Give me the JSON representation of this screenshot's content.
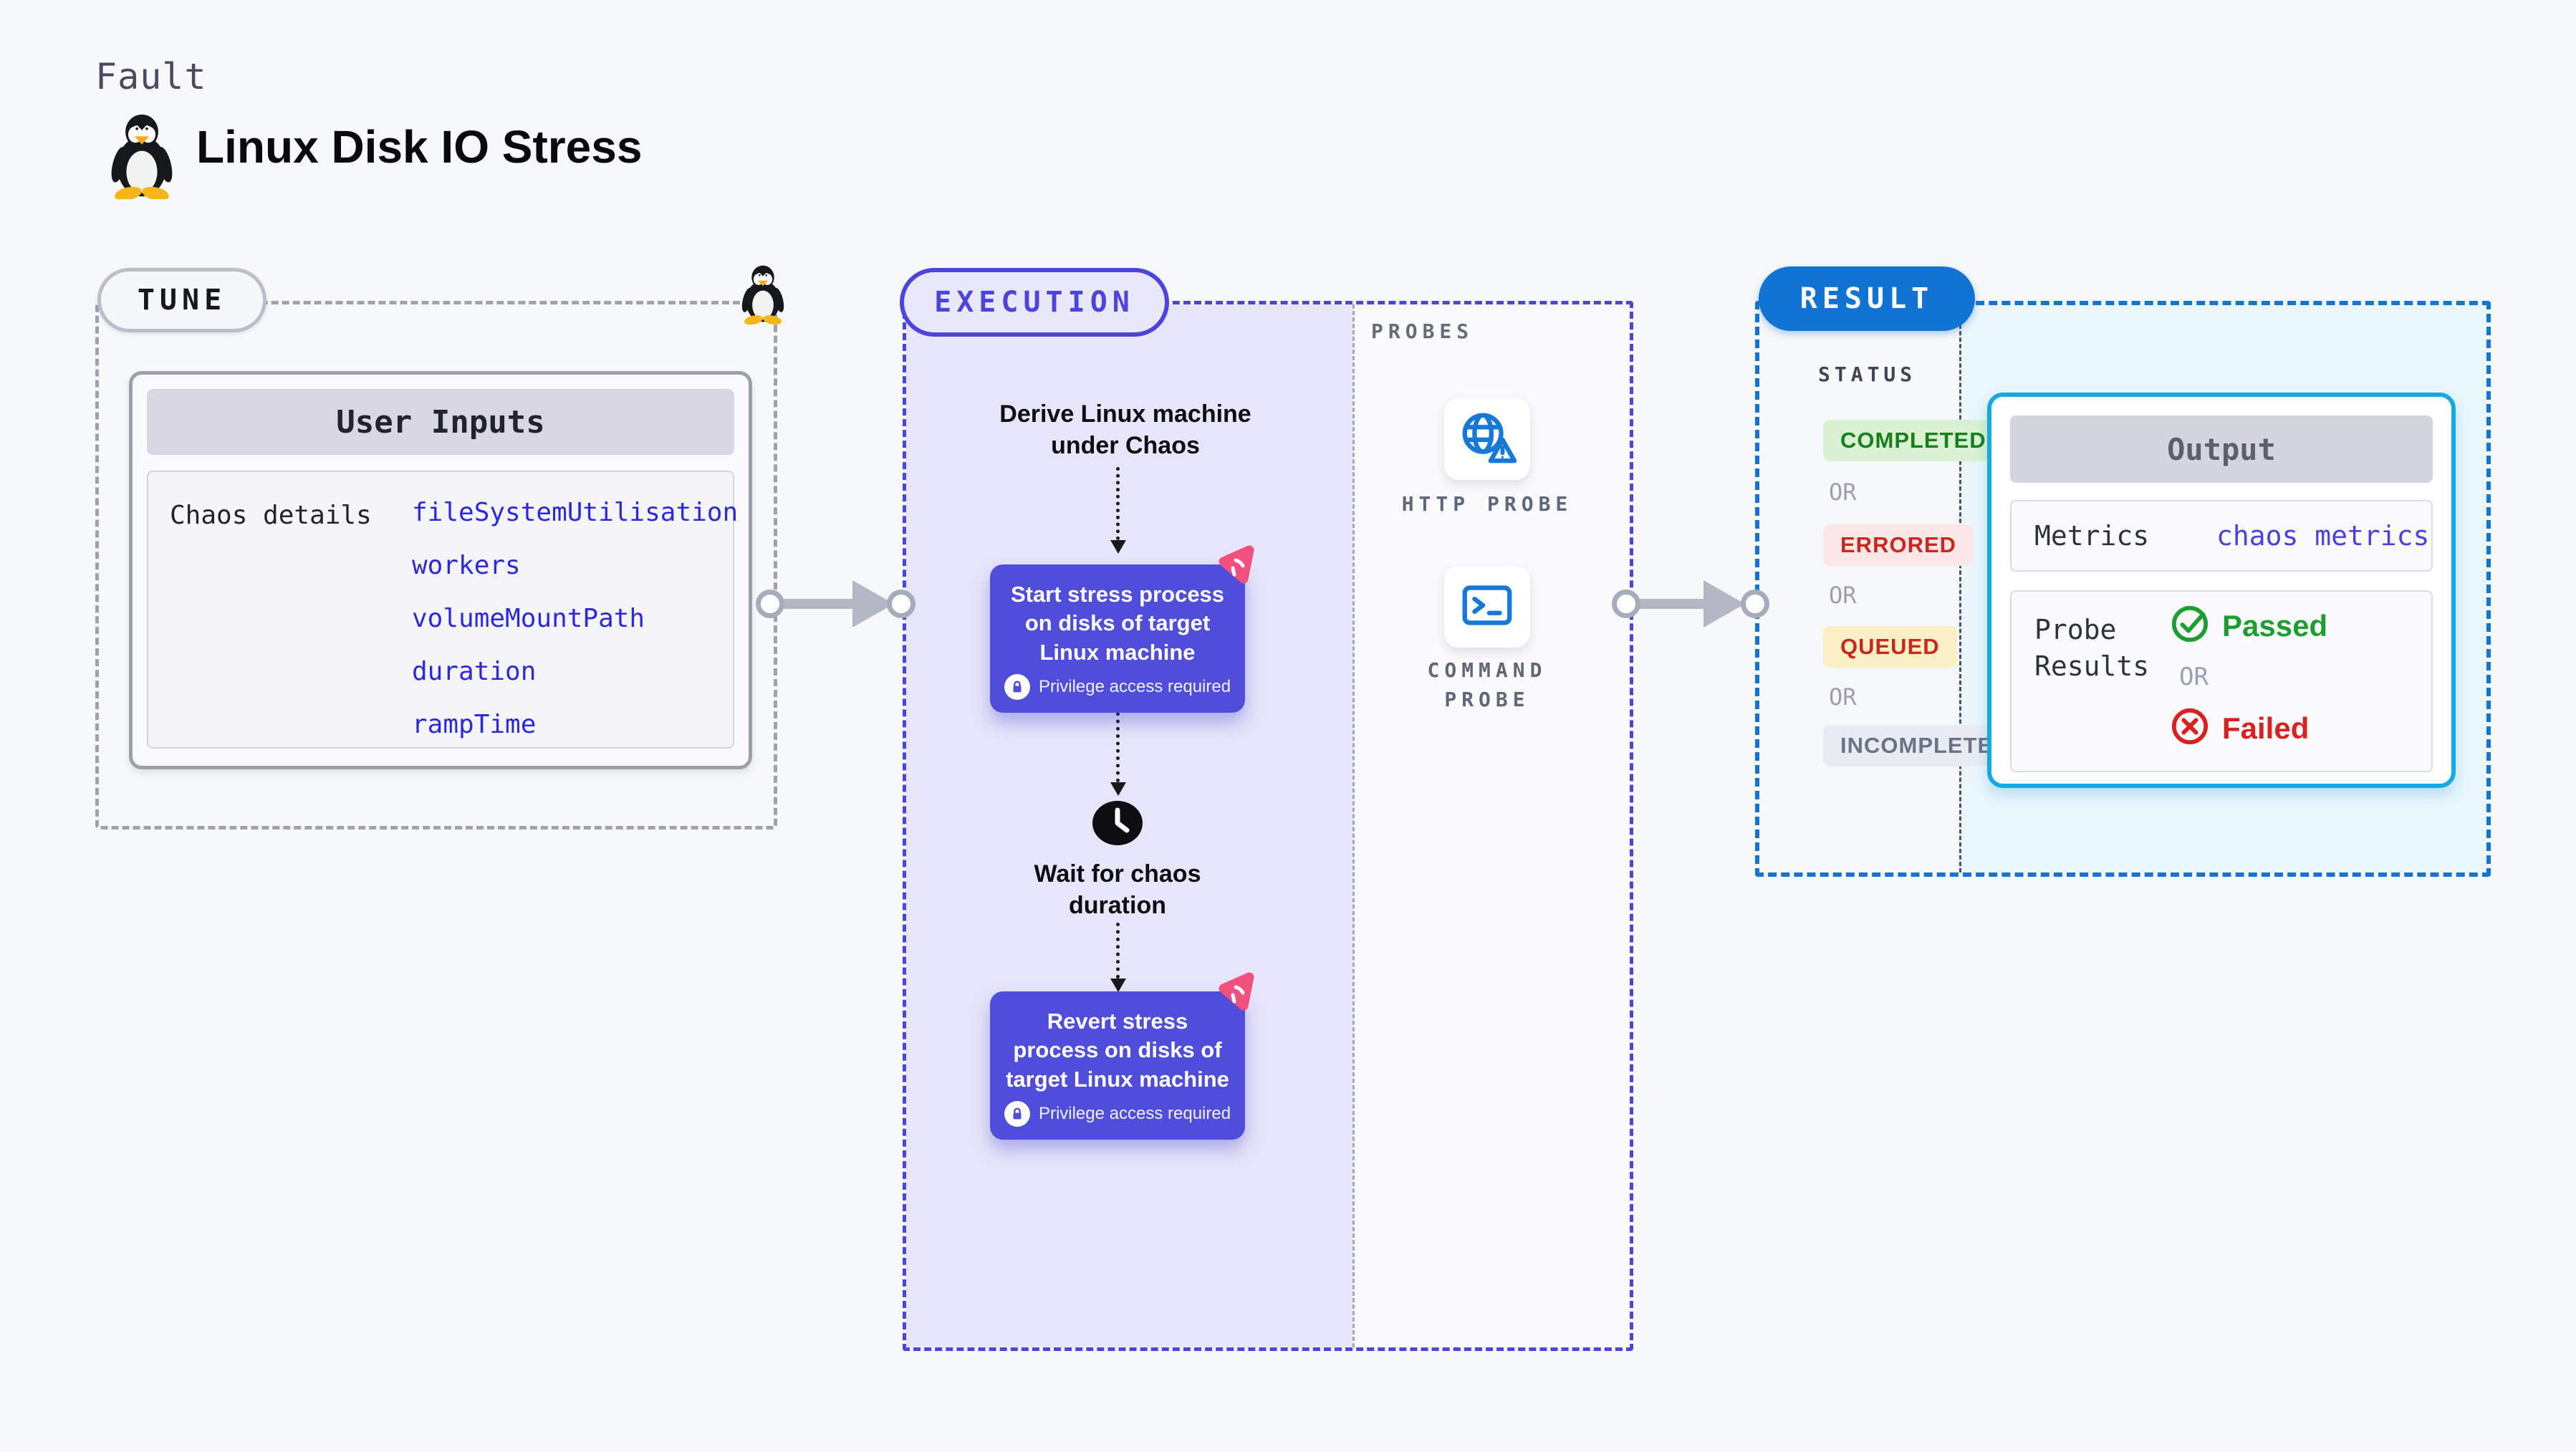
{
  "header": {
    "eyebrow": "Fault",
    "title": "Linux Disk IO Stress",
    "icon": "tux-penguin-icon"
  },
  "tune": {
    "label": "TUNE",
    "corner_icon": "tux-penguin-icon",
    "card": {
      "title": "User Inputs",
      "row_label": "Chaos details",
      "values": [
        "fileSystemUtilisation",
        "workers",
        "volumeMountPath",
        "duration",
        "rampTime"
      ]
    }
  },
  "execution": {
    "label": "EXECUTION",
    "flow": {
      "derive_text": "Derive Linux machine\nunder Chaos",
      "start_text": "Start stress process\non disks of target\nLinux machine",
      "privilege_label": "Privilege access required",
      "wait_text": "Wait for chaos\nduration",
      "revert_text": "Revert stress\nprocess on disks of\ntarget Linux machine",
      "step_icon": "chaos-pinwheel-icon",
      "wait_icon": "clock-icon",
      "privilege_icon": "lock-icon"
    },
    "probes": {
      "label": "PROBES",
      "items": [
        {
          "icon": "globe-warning-icon",
          "label": "HTTP PROBE"
        },
        {
          "icon": "terminal-icon",
          "label": "COMMAND PROBE"
        }
      ]
    }
  },
  "result": {
    "label": "RESULT",
    "status": {
      "label": "STATUS",
      "badges": [
        "COMPLETED",
        "ERRORED",
        "QUEUED",
        "INCOMPLETED"
      ],
      "separator": "OR"
    },
    "output": {
      "title": "Output",
      "metrics_label": "Metrics",
      "metrics_value": "chaos metrics",
      "probe_label": "Probe Results",
      "passed": "Passed",
      "or": "OR",
      "failed": "Failed",
      "passed_icon": "check-circle-icon",
      "failed_icon": "x-circle-icon"
    }
  },
  "colors": {
    "page_bg": "#F7F8FA",
    "indigo_accent": "#4C44DB",
    "button_purple": "#514DDB",
    "lavender_fill": "#E6E5F9",
    "chaos_pink": "#F2517F",
    "input_value_blue": "#2B28DE",
    "result_blue": "#1173D2",
    "output_border_cyan": "#16A8E1",
    "output_bg_cyan": "#E9F6FC",
    "completed_green": "#18801B",
    "errored_red": "#C9281F",
    "passed_green": "#1E9E32",
    "failed_red": "#D92121",
    "probe_icon_blue": "#1878D8"
  }
}
